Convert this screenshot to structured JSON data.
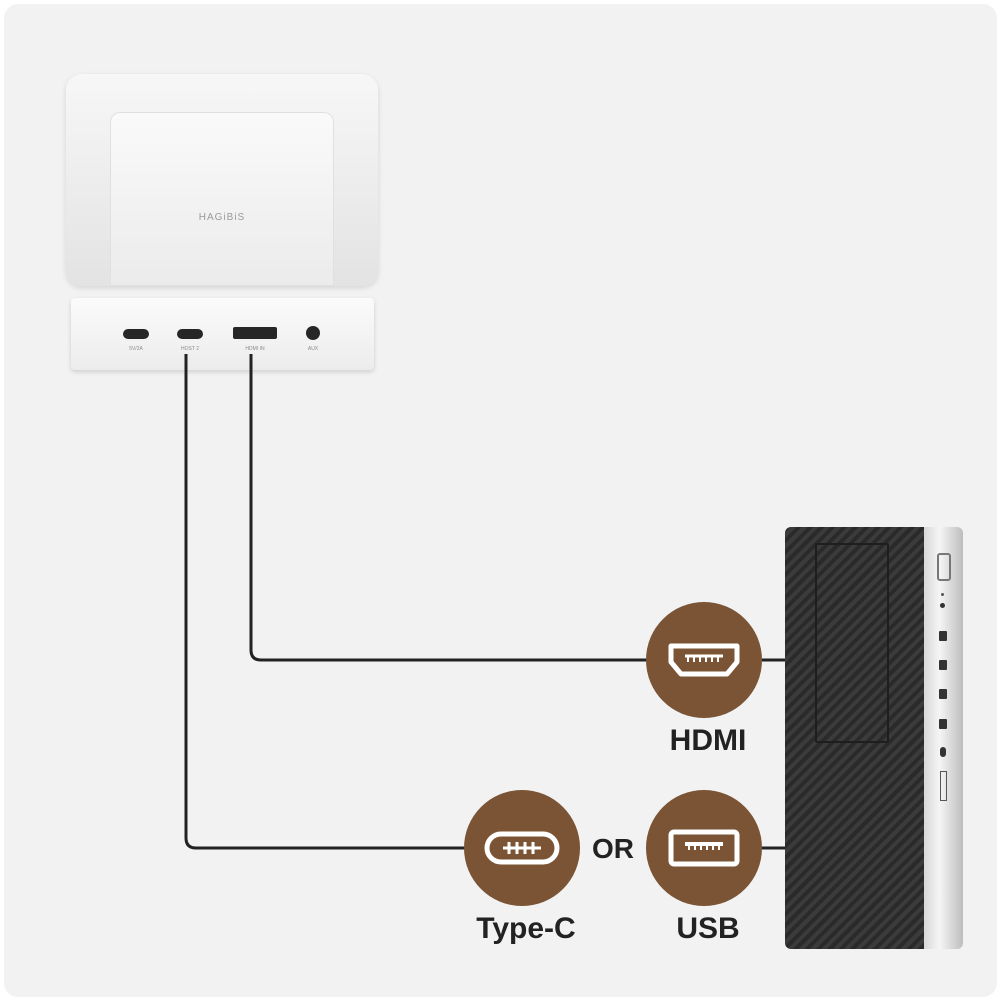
{
  "device": {
    "brand": "HAGiBiS",
    "ports": [
      {
        "label": "5V/2A"
      },
      {
        "label": "HOST 2"
      },
      {
        "label": "HDMI IN"
      },
      {
        "label": "AUX"
      }
    ]
  },
  "connections": {
    "hdmi": {
      "label": "HDMI",
      "icon": "hdmi-port-icon"
    },
    "typec": {
      "label": "Type-C",
      "icon": "type-c-port-icon"
    },
    "usb": {
      "label": "USB",
      "icon": "usb-port-icon"
    },
    "separator": "OR"
  },
  "colors": {
    "badge": "#7a5434",
    "cable": "#222222",
    "background": "#f2f2f2"
  }
}
